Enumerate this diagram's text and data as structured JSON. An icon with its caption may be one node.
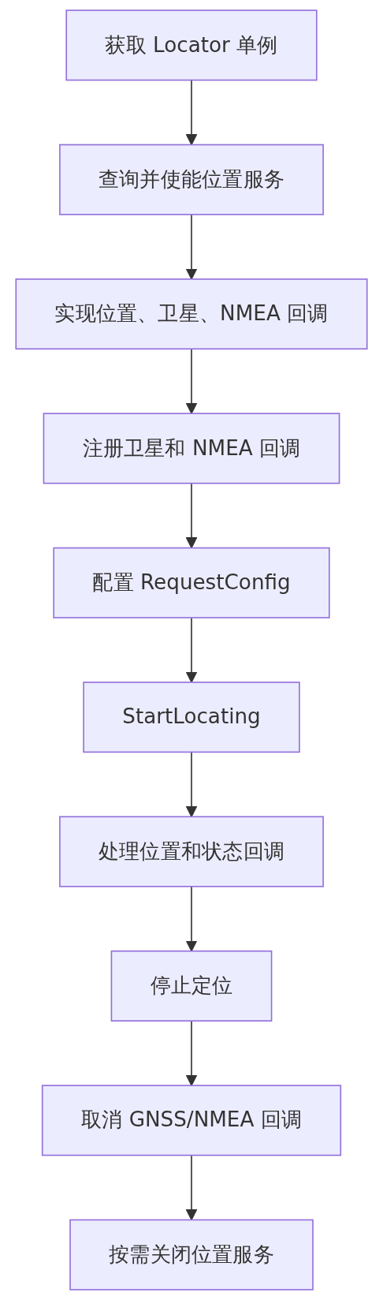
{
  "diagram": {
    "nodes": [
      {
        "text": [
          "获取 Locator 单例"
        ]
      },
      {
        "text": [
          "查询并使能位置服务"
        ]
      },
      {
        "text": [
          "实现位置、卫星、NMEA 回调"
        ]
      },
      {
        "text": [
          "注册卫星和 NMEA 回调"
        ]
      },
      {
        "text": [
          "配置 RequestConfig"
        ]
      },
      {
        "text": [
          "StartLocating"
        ]
      },
      {
        "text": [
          "处理位置和状态回调"
        ]
      },
      {
        "text": [
          "停止定位"
        ]
      },
      {
        "text": [
          "取消 GNSS/NMEA 回调"
        ]
      },
      {
        "text": [
          "按需关闭位置服务"
        ]
      }
    ],
    "edges": [
      {
        "from": 0,
        "to": 1,
        "arrow": "to"
      },
      {
        "from": 1,
        "to": 2,
        "arrow": "to"
      },
      {
        "from": 2,
        "to": 3,
        "arrow": "to"
      },
      {
        "from": 3,
        "to": 4,
        "arrow": "to"
      },
      {
        "from": 4,
        "to": 5,
        "arrow": "to"
      },
      {
        "from": 5,
        "to": 6,
        "arrow": "to"
      },
      {
        "from": 6,
        "to": 7,
        "arrow": "to"
      },
      {
        "from": 7,
        "to": 8,
        "arrow": "to"
      },
      {
        "from": 8,
        "to": 9,
        "arrow": "to"
      }
    ]
  }
}
